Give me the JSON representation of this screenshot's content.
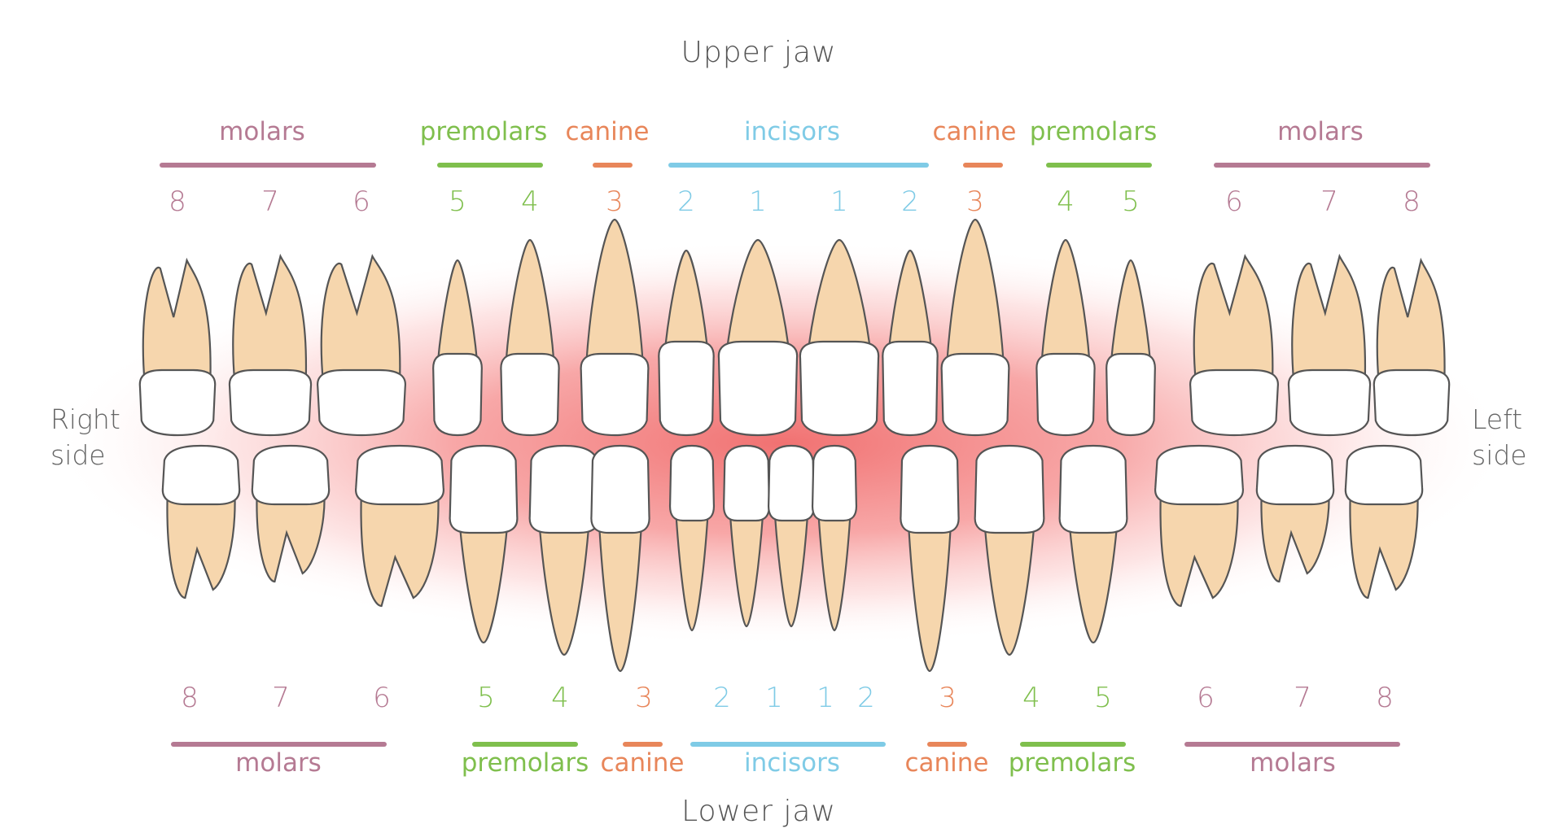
{
  "titles": {
    "upper": "Upper jaw",
    "lower": "Lower jaw"
  },
  "sides": {
    "right": [
      "Right",
      "side"
    ],
    "left": [
      "Left",
      "side"
    ]
  },
  "colors": {
    "molar": "#b57a93",
    "premolar": "#7fbf4d",
    "canine": "#e8865a",
    "incisor": "#7fcbe6",
    "gum": "#f08080",
    "crown": "#ffffff",
    "root": "#f6d6ad",
    "outline": "#555555"
  },
  "upper": {
    "groups": [
      {
        "label": "molars",
        "type": "molar"
      },
      {
        "label": "premolars",
        "type": "premolar"
      },
      {
        "label": "canine",
        "type": "canine"
      },
      {
        "label": "incisors",
        "type": "incisor"
      },
      {
        "label": "canine",
        "type": "canine"
      },
      {
        "label": "premolars",
        "type": "premolar"
      },
      {
        "label": "molars",
        "type": "molar"
      }
    ],
    "numbers": [
      {
        "n": "8",
        "type": "molar"
      },
      {
        "n": "7",
        "type": "molar"
      },
      {
        "n": "6",
        "type": "molar"
      },
      {
        "n": "5",
        "type": "premolar"
      },
      {
        "n": "4",
        "type": "premolar"
      },
      {
        "n": "3",
        "type": "canine"
      },
      {
        "n": "2",
        "type": "incisor"
      },
      {
        "n": "1",
        "type": "incisor"
      },
      {
        "n": "1",
        "type": "incisor"
      },
      {
        "n": "2",
        "type": "incisor"
      },
      {
        "n": "3",
        "type": "canine"
      },
      {
        "n": "4",
        "type": "premolar"
      },
      {
        "n": "5",
        "type": "premolar"
      },
      {
        "n": "6",
        "type": "molar"
      },
      {
        "n": "7",
        "type": "molar"
      },
      {
        "n": "8",
        "type": "molar"
      }
    ]
  },
  "lower": {
    "groups": [
      {
        "label": "molars",
        "type": "molar"
      },
      {
        "label": "premolars",
        "type": "premolar"
      },
      {
        "label": "canine",
        "type": "canine"
      },
      {
        "label": "incisors",
        "type": "incisor"
      },
      {
        "label": "canine",
        "type": "canine"
      },
      {
        "label": "premolars",
        "type": "premolar"
      },
      {
        "label": "molars",
        "type": "molar"
      }
    ],
    "numbers": [
      {
        "n": "8",
        "type": "molar"
      },
      {
        "n": "7",
        "type": "molar"
      },
      {
        "n": "6",
        "type": "molar"
      },
      {
        "n": "5",
        "type": "premolar"
      },
      {
        "n": "4",
        "type": "premolar"
      },
      {
        "n": "3",
        "type": "canine"
      },
      {
        "n": "2",
        "type": "incisor"
      },
      {
        "n": "1",
        "type": "incisor"
      },
      {
        "n": "1",
        "type": "incisor"
      },
      {
        "n": "2",
        "type": "incisor"
      },
      {
        "n": "3",
        "type": "canine"
      },
      {
        "n": "4",
        "type": "premolar"
      },
      {
        "n": "5",
        "type": "premolar"
      },
      {
        "n": "6",
        "type": "molar"
      },
      {
        "n": "7",
        "type": "molar"
      },
      {
        "n": "8",
        "type": "molar"
      }
    ]
  }
}
